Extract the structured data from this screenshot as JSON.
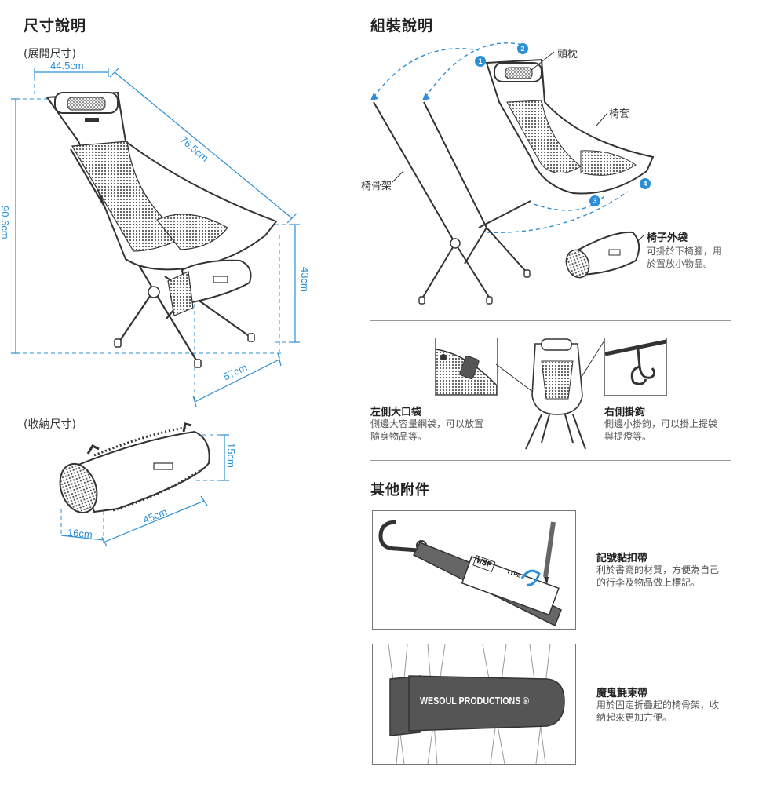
{
  "left": {
    "title": "尺寸說明",
    "expanded_label": "(展開尺寸)",
    "folded_label": "(收納尺寸)",
    "dims": {
      "width": "44.5cm",
      "diag": "76.5cm",
      "height": "90.6cm",
      "seat": "43cm",
      "depth": "57cm",
      "bag_h": "15cm",
      "bag_w": "16cm",
      "bag_l": "45cm"
    }
  },
  "right": {
    "title": "組裝說明",
    "assembly_labels": {
      "headrest": "頭枕",
      "cover": "椅套",
      "frame": "椅骨架"
    },
    "steps": [
      "1",
      "2",
      "3",
      "4"
    ],
    "outer_bag": {
      "title": "椅子外袋",
      "desc1": "可掛於下椅腳，用",
      "desc2": "於置放小物品。"
    },
    "left_pocket": {
      "title": "左側大口袋",
      "desc1": "側邊大容量網袋，可以放置",
      "desc2": "隨身物品等。"
    },
    "right_hook": {
      "title": "右側掛鉤",
      "desc1": "側邊小掛鉤，可以掛上提袋",
      "desc2": "與提燈等。"
    },
    "accessories_title": "其他附件",
    "tag": {
      "title": "記號黏扣帶",
      "desc1": "利於書寫的材質，方便為自己",
      "desc2": "的行李及物品做上標記。",
      "brand": "WSP",
      "type": "TYPE"
    },
    "strap": {
      "title": "魔鬼氈束帶",
      "desc1": "用於固定折疊起的椅骨架，收",
      "desc2": "納起來更加方便。",
      "brand": "WESOUL PRODUCTIONS ®"
    }
  },
  "colors": {
    "accent": "#2a8fd6",
    "line": "#333333",
    "mesh": "#888888"
  }
}
